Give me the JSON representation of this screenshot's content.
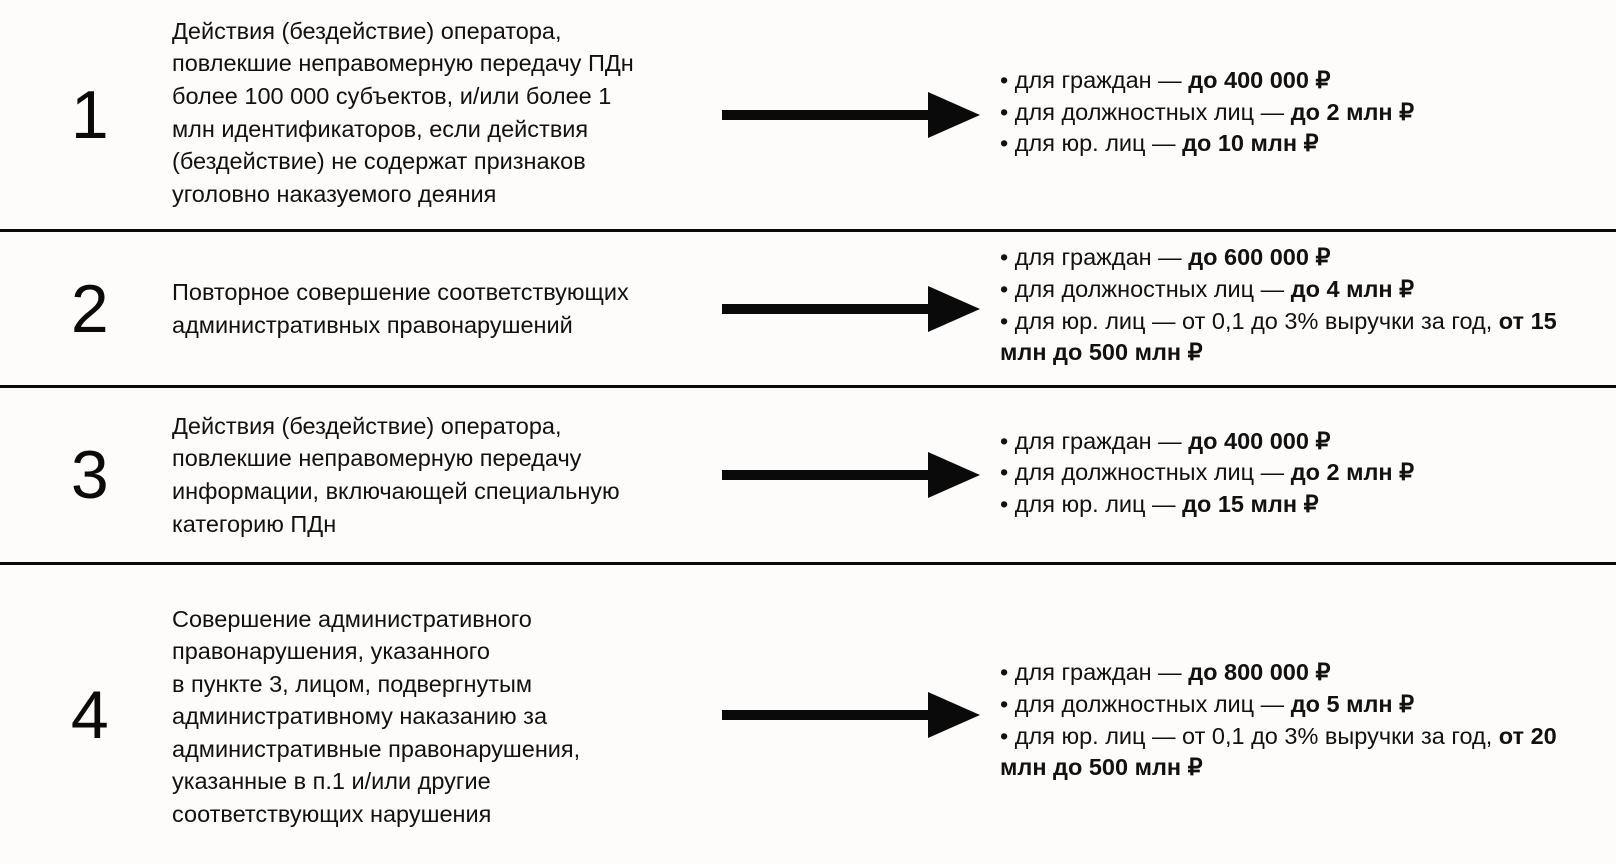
{
  "meta": {
    "background_color": "#fdfcfa",
    "ink_color": "#0a0a0a",
    "divider_color": "#0a0a0a"
  },
  "rows": [
    {
      "number": "1",
      "violation_lines": [
        "Действия (бездействие) оператора,",
        "повлекшие неправомерную передачу ПДн",
        "более 100 000 субъектов, и/или более 1",
        "млн идентификаторов, если действия",
        "(бездействие) не содержат признаков",
        "уголовно наказуемого деяния"
      ],
      "arrow": "arrow-right-icon",
      "penalties": [
        {
          "bullet": "•",
          "normal": " для граждан — ",
          "bold": "до 400 000 ₽",
          "tail": ""
        },
        {
          "bullet": "•",
          "normal": " для должностных лиц —  ",
          "bold": "до 2 млн ₽",
          "tail": ""
        },
        {
          "bullet": "•",
          "normal": " для юр. лиц — ",
          "bold": "до 10 млн ₽",
          "tail": ""
        }
      ]
    },
    {
      "number": "2",
      "violation_lines": [
        "Повторное совершение соответствующих",
        "административных правонарушений"
      ],
      "arrow": "arrow-right-icon",
      "penalties": [
        {
          "bullet": "•",
          "normal": " для граждан — ",
          "bold": "до 600 000 ₽",
          "tail": ""
        },
        {
          "bullet": "•",
          "normal": " для должностных лиц —  ",
          "bold": "до 4 млн ₽",
          "tail": ""
        },
        {
          "bullet": "•",
          "normal": " для юр. лиц — от 0,1 до 3% выручки за год, ",
          "bold": "от 15 млн до 500 млн ₽",
          "tail": ""
        }
      ]
    },
    {
      "number": "3",
      "violation_lines": [
        "Действия (бездействие) оператора,",
        "повлекшие неправомерную передачу",
        "информации, включающей специальную",
        "категорию ПДн"
      ],
      "arrow": "arrow-right-icon",
      "penalties": [
        {
          "bullet": "•",
          "normal": " для граждан — ",
          "bold": "до 400 000 ₽",
          "tail": ""
        },
        {
          "bullet": "•",
          "normal": " для должностных лиц — ",
          "bold": "до 2 млн ₽",
          "tail": ""
        },
        {
          "bullet": "•",
          "normal": " для юр. лиц — ",
          "bold": "до 15 млн ₽",
          "tail": ""
        }
      ]
    },
    {
      "number": "4",
      "violation_lines": [
        "Совершение административного",
        "правонарушения, указанного",
        "в пункте 3, лицом, подвергнутым",
        "административному наказанию за",
        "административные правонарушения,",
        "указанные в п.1 и/или другие",
        "соответствующих нарушения"
      ],
      "arrow": "arrow-right-icon",
      "penalties": [
        {
          "bullet": "•",
          "normal": " для граждан — ",
          "bold": "до 800 000 ₽",
          "tail": ""
        },
        {
          "bullet": "•",
          "normal": " для должностных лиц — ",
          "bold": "до 5 млн ₽",
          "tail": ""
        },
        {
          "bullet": "•",
          "normal": " для юр. лиц — от 0,1 до 3% выручки за год, ",
          "bold": "от 20 млн до 500 млн ₽",
          "tail": ""
        }
      ]
    }
  ]
}
